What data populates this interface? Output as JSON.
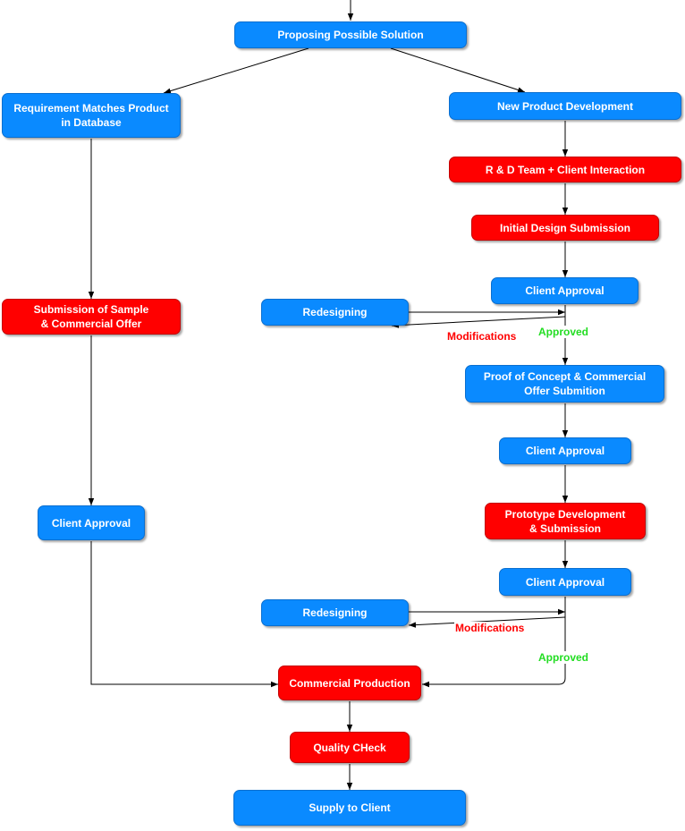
{
  "nodes": {
    "proposing": "Proposing Possible Solution",
    "req_match": "Requirement Matches Product\nin Database",
    "new_product": "New Product Development",
    "rd_team": "R & D Team + Client Interaction",
    "initial_design": "Initial Design Submission",
    "client_approval_1": "Client Approval",
    "submission_sample": "Submission of Sample\n& Commercial Offer",
    "redesigning_1": "Redesigning",
    "poc": "Proof of Concept & Commercial\nOffer Submition",
    "client_approval_2": "Client Approval",
    "client_approval_left": "Client Approval",
    "prototype": "Prototype Development\n& Submission",
    "client_approval_3": "Client Approval",
    "redesigning_2": "Redesigning",
    "commercial_production": "Commercial Production",
    "quality_check": "Quality CHeck",
    "supply": "Supply to Client"
  },
  "labels": {
    "modifications_1": "Modifications",
    "approved_1": "Approved",
    "modifications_2": "Modifications",
    "approved_2": "Approved"
  },
  "colors": {
    "blue_node": "#0a8aff",
    "red_node": "#ff0000",
    "approved_text": "#22dd22",
    "modifications_text": "#ff0000"
  }
}
